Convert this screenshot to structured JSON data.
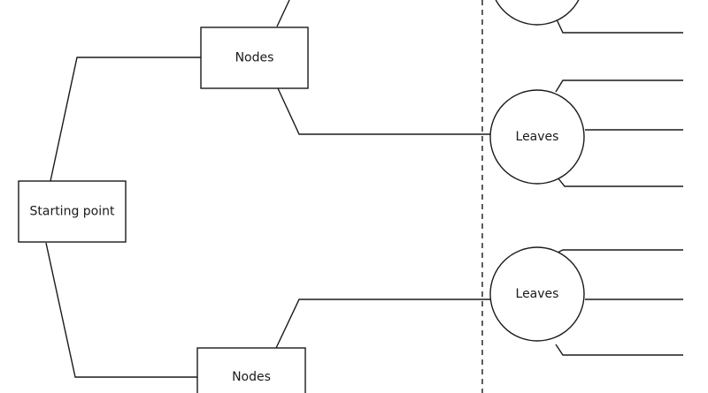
{
  "diagram": {
    "start_label": "Starting point",
    "nodes": [
      {
        "label": "Nodes"
      },
      {
        "label": "Nodes"
      }
    ],
    "leaves": [
      {
        "label": ""
      },
      {
        "label": "Leaves"
      },
      {
        "label": "Leaves"
      }
    ]
  },
  "colors": {
    "stroke": "#1a1a1a",
    "background": "#ffffff"
  }
}
